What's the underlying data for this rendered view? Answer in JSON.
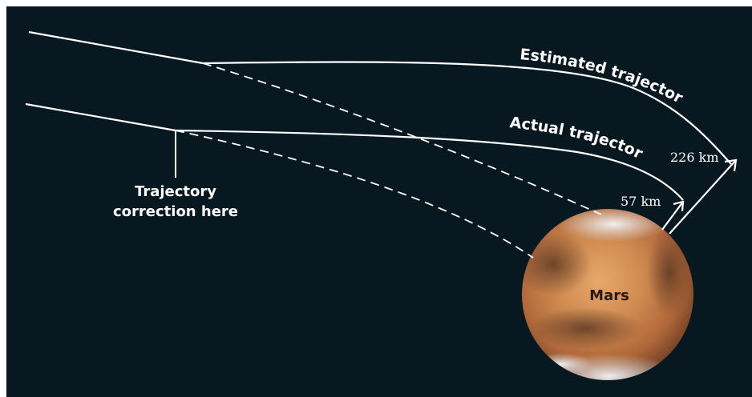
{
  "diagram": {
    "estimated_label": "Estimated trajectory",
    "actual_label": "Actual trajectory",
    "correction_label_line1": "Trajectory",
    "correction_label_line2": "correction here",
    "distance_estimated": "226 km",
    "distance_actual": "57 km",
    "planet_label": "Mars"
  },
  "colors": {
    "background": "#081821",
    "lines": "#ffffff",
    "planet_label": "#2a1a10"
  }
}
